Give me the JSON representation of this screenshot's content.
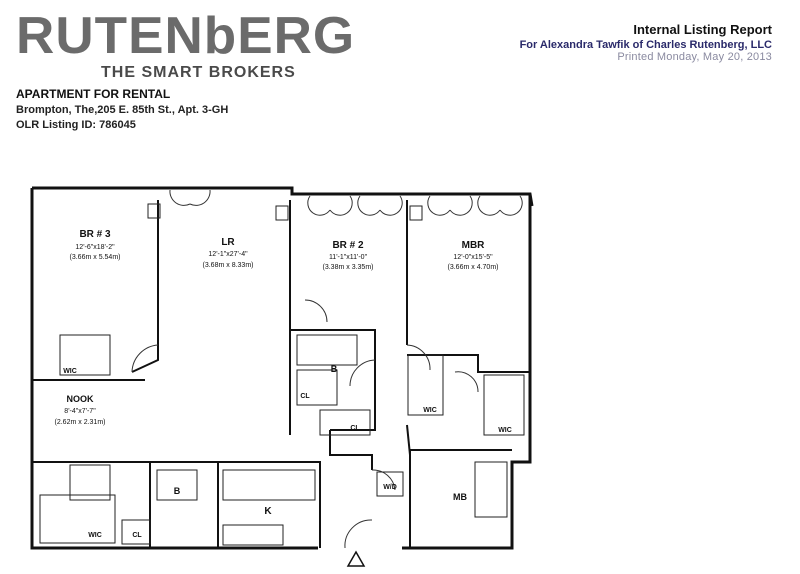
{
  "logo": {
    "wordmark": "RUTENbERG",
    "tagline": "THE SMART BROKERS"
  },
  "report": {
    "title": "Internal Listing Report",
    "prepared_for": "For Alexandra Tawfik of Charles Rutenberg, LLC",
    "printed": "Printed Monday, May 20, 2013"
  },
  "listing": {
    "heading": "APARTMENT FOR RENTAL",
    "address": "Brompton, The,205 E. 85th St., Apt. 3-GH",
    "id_line": "OLR Listing ID: 786045"
  },
  "floorplan": {
    "rooms": [
      {
        "name": "BR # 3",
        "dims": "12'-6\"x18'-2\"",
        "metric": "(3.66m x 5.54m)"
      },
      {
        "name": "LR",
        "dims": "12'-1\"x27'-4\"",
        "metric": "(3.68m x 8.33m)"
      },
      {
        "name": "BR # 2",
        "dims": "11'-1\"x11'-0\"",
        "metric": "(3.38m x 3.35m)"
      },
      {
        "name": "MBR",
        "dims": "12'-0\"x15'-5\"",
        "metric": "(3.66m x 4.70m)"
      },
      {
        "name": "NOOK",
        "dims": "8'-4\"x7'-7\"",
        "metric": "(2.62m x 2.31m)"
      }
    ],
    "labels": {
      "bath_a": "B",
      "bath_b": "B",
      "bath_master": "MB",
      "kitchen": "K",
      "washer_dryer": "W/D",
      "closet_1": "CL",
      "closet_2": "CL",
      "closet_3": "CL",
      "wic_1": "WIC",
      "wic_2": "WIC",
      "wic_3": "WIC",
      "wic_4": "WIC"
    }
  }
}
